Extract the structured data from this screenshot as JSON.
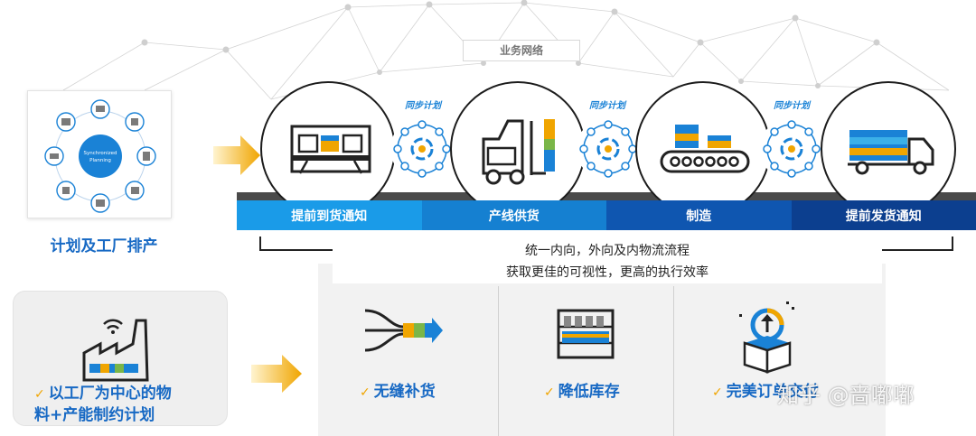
{
  "network": {
    "title": "业务网络"
  },
  "planning": {
    "center_label_line1": "Synchronized",
    "center_label_line2": "Planning",
    "title": "计划及工厂排产"
  },
  "process": {
    "sync_labels": [
      "同步计划",
      "同步计划",
      "同步计划"
    ],
    "segments": [
      "提前到货通知",
      "产线供货",
      "制造",
      "提前发货通知"
    ]
  },
  "summary": {
    "line1": "统一内向，外向及内物流流程",
    "line2": "获取更佳的可视性，更高的执行效率"
  },
  "factory": {
    "line1": "以工厂为中心的物",
    "line2": "料+产能制约计划"
  },
  "benefits": [
    "无缝补货",
    "降低库存",
    "完美订单交付"
  ],
  "check_symbol": "✓",
  "watermark": "知乎 @啬嘟嘟",
  "colors": {
    "accent_blue": "#1769c4",
    "bar_light": "#1a9be8",
    "bar_mid": "#1580d1",
    "bar_dark": "#0f56b0",
    "bar_darkest": "#0c3f8f",
    "gold": "#f0a500"
  }
}
